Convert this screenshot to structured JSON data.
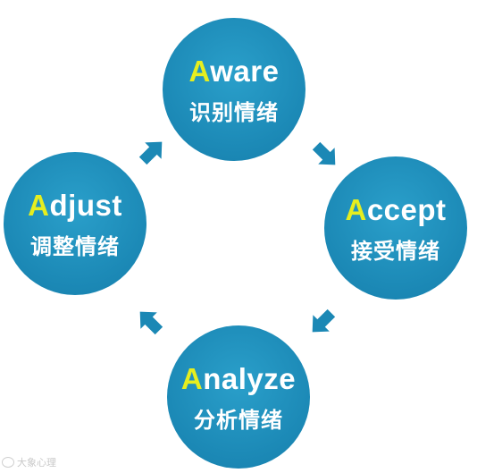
{
  "nodes": [
    {
      "initial": "A",
      "rest": "ware",
      "zh": "识别情绪"
    },
    {
      "initial": "A",
      "rest": "ccept",
      "zh": "接受情绪"
    },
    {
      "initial": "A",
      "rest": "nalyze",
      "zh": "分析情绪"
    },
    {
      "initial": "A",
      "rest": "djust",
      "zh": "调整情绪"
    }
  ],
  "colors": {
    "circle": "#1b88b5",
    "initial_letter": "#e6ee1f",
    "arrow": "#1b88b5"
  },
  "watermark": "大象心理"
}
